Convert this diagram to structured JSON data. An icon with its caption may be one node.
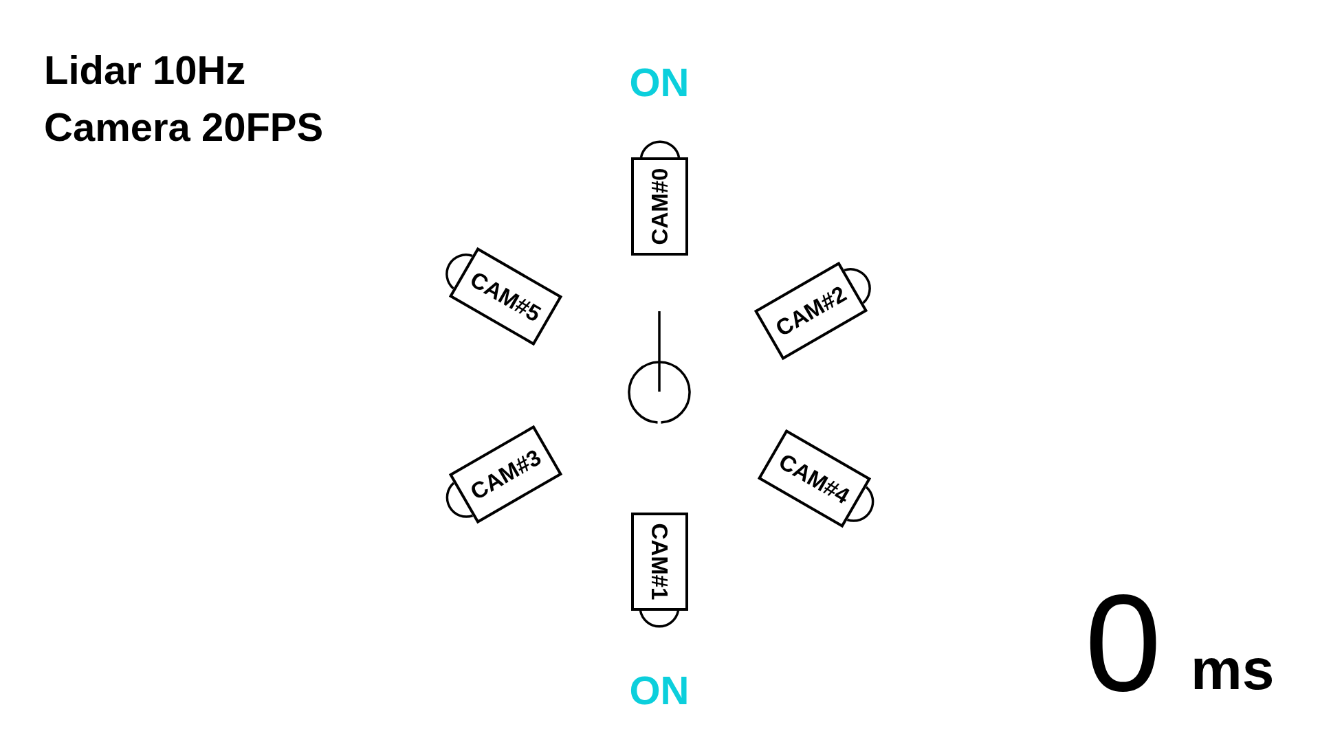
{
  "diagram": {
    "nodes": [
      {
        "text": [
          "CAM#0"
        ],
        "beside": [
          "ON"
        ]
      },
      {
        "text": [
          "CAM#5"
        ]
      },
      {
        "text": [
          "CAM#2"
        ]
      },
      {
        "text": [
          "CAM#3"
        ]
      },
      {
        "text": [
          "CAM#4"
        ]
      },
      {
        "text": [
          "CAM#1"
        ],
        "beside": [
          "ON"
        ]
      }
    ],
    "labels": [
      "Lidar 10Hz",
      "Camera 20FPS",
      "0",
      "ms"
    ]
  }
}
